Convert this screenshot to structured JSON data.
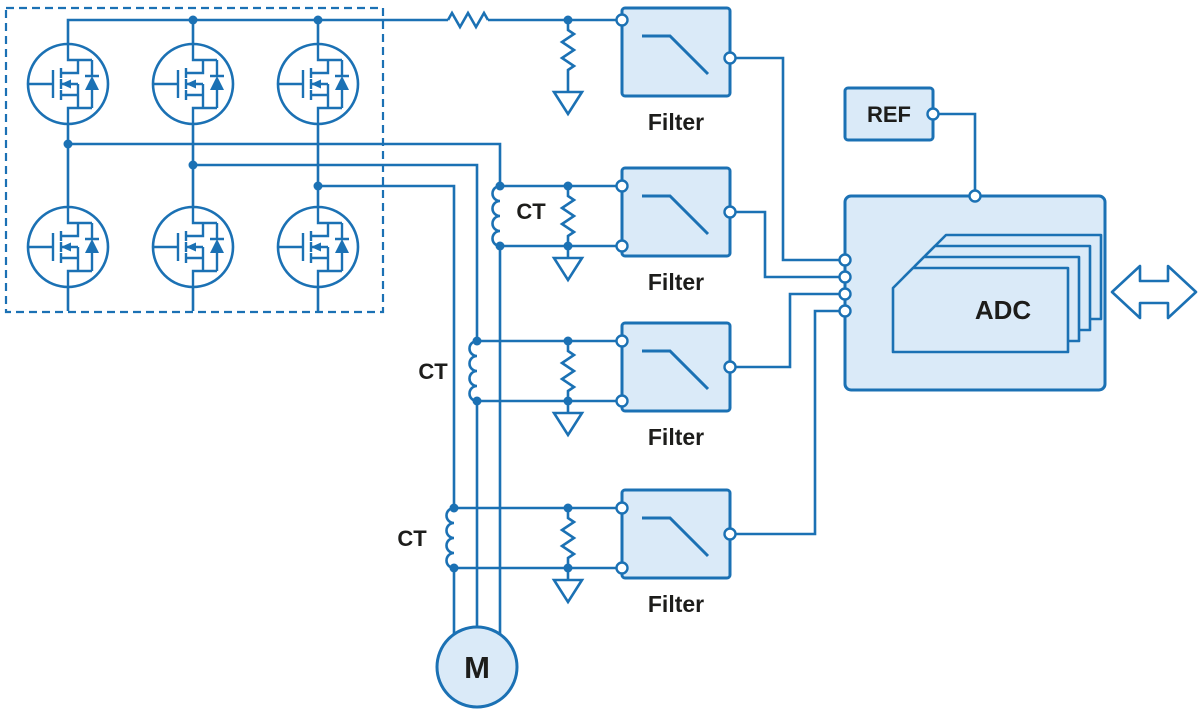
{
  "labels": {
    "filters": [
      "Filter",
      "Filter",
      "Filter",
      "Filter"
    ],
    "cts": [
      "CT",
      "CT",
      "CT"
    ],
    "ref": "REF",
    "adc": "ADC",
    "motor": "M"
  },
  "colors": {
    "line": "#1b71b4",
    "block_fill": "#daeaf8",
    "text": "#1d1d1b",
    "background": "#ffffff"
  },
  "structure": {
    "mosfet_count": 6,
    "filter_count": 4,
    "ct_count": 3,
    "adc_sheet_count": 4
  }
}
